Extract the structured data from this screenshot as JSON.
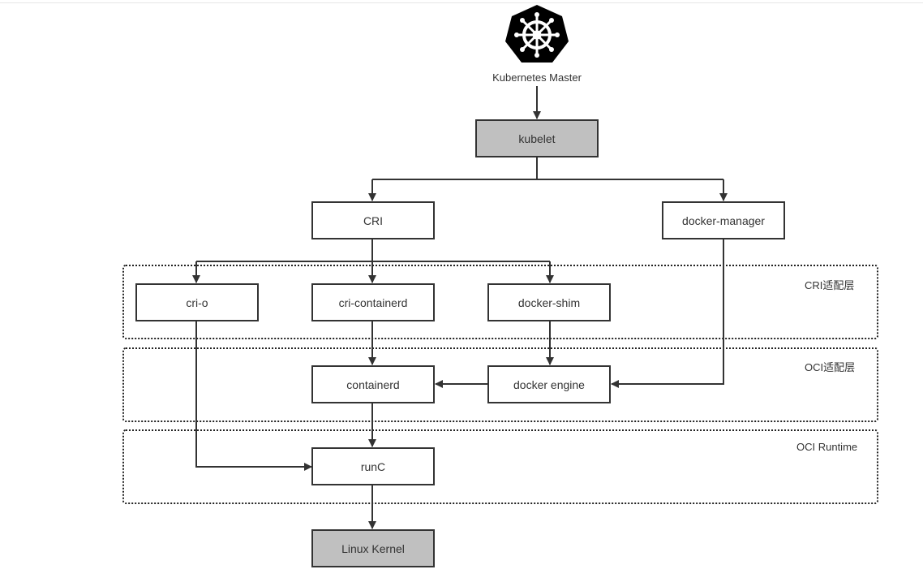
{
  "master": {
    "icon": "kubernetes-helm-icon",
    "label": "Kubernetes Master"
  },
  "nodes": {
    "kubelet": "kubelet",
    "cri": "CRI",
    "docker_manager": "docker-manager",
    "cri_o": "cri-o",
    "cri_containerd": "cri-containerd",
    "docker_shim": "docker-shim",
    "containerd": "containerd",
    "docker_engine": "docker engine",
    "runc": "runC",
    "linux_kernel": "Linux Kernel"
  },
  "layers": {
    "cri_adapter": "CRI适配层",
    "oci_adapter": "OCI适配层",
    "oci_runtime": "OCI Runtime"
  },
  "colors": {
    "stroke": "#333333",
    "gray_fill": "#c0c0c0",
    "logo": "#000000"
  }
}
